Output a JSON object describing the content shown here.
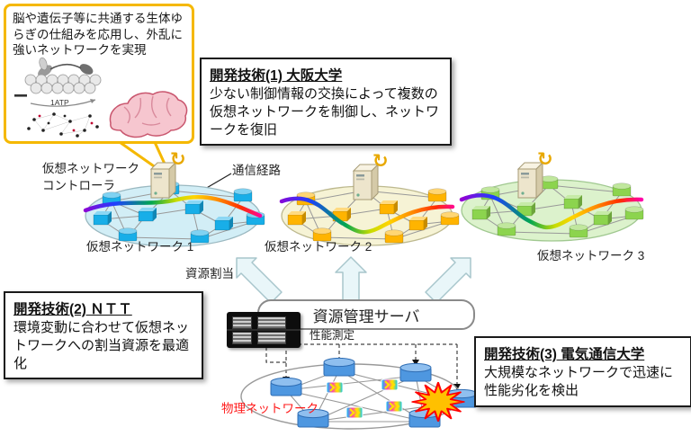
{
  "bubble": {
    "text": "脳や遺伝子等に共通する生体ゆらぎの仕組みを応用し、外乱に強いネットワークを実現",
    "molecule_label": "1ATP"
  },
  "boxes": {
    "tech1": {
      "title": "開発技術(1) 大阪大学",
      "body": "少ない制御情報の交換によって複数の仮想ネットワークを制御し、ネットワークを復旧"
    },
    "tech2": {
      "title": "開発技術(2) ＮＴＴ",
      "body": "環境変動に合わせて仮想ネットワークへの割当資源を最適化"
    },
    "tech3": {
      "title": "開発技術(3) 電気通信大学",
      "body": "大規模なネットワークで迅速に性能劣化を検出"
    }
  },
  "labels": {
    "controller": "仮想ネットワーク\nコントローラ",
    "comm_path": "通信経路",
    "vnet1": "仮想ネットワーク 1",
    "vnet2": "仮想ネットワーク 2",
    "vnet3": "仮想ネットワーク 3",
    "resource_alloc": "資源割当",
    "resource_server": "資源管理サーバ",
    "perf_measure": "性能測定",
    "physical_network": "物理ネットワーク"
  },
  "icons": {
    "refresh": "↻"
  },
  "colors": {
    "accent_gold": "#F5B800",
    "vnet1_node": "#18AEE8",
    "vnet1_fill": "#D2EEF6",
    "vnet2_node": "#FFB400",
    "vnet2_fill": "#F6F3D5",
    "vnet3_node": "#8CD44E",
    "vnet3_fill": "#DCF2CC",
    "physical_node": "#4E97E0",
    "alert_red": "#FF0000",
    "block_arrow_fill": "#E9F6F9"
  }
}
